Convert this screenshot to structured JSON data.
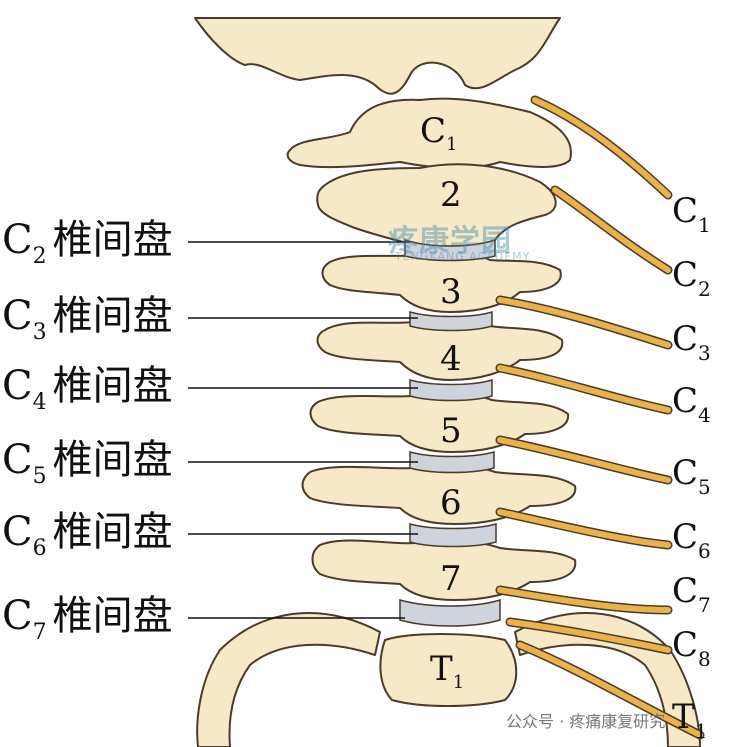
{
  "disc_labels": [
    {
      "level": "C",
      "sub": "2",
      "text": "椎间盘"
    },
    {
      "level": "C",
      "sub": "3",
      "text": "椎间盘"
    },
    {
      "level": "C",
      "sub": "4",
      "text": "椎间盘"
    },
    {
      "level": "C",
      "sub": "5",
      "text": "椎间盘"
    },
    {
      "level": "C",
      "sub": "6",
      "text": "椎间盘"
    },
    {
      "level": "C",
      "sub": "7",
      "text": "椎间盘"
    }
  ],
  "nerve_labels": [
    {
      "level": "C",
      "sub": "1"
    },
    {
      "level": "C",
      "sub": "2"
    },
    {
      "level": "C",
      "sub": "3"
    },
    {
      "level": "C",
      "sub": "4"
    },
    {
      "level": "C",
      "sub": "5"
    },
    {
      "level": "C",
      "sub": "6"
    },
    {
      "level": "C",
      "sub": "7"
    },
    {
      "level": "C",
      "sub": "8"
    },
    {
      "level": "T",
      "sub": "1"
    }
  ],
  "vertebra_labels": {
    "c1": {
      "main": "C",
      "sub": "1"
    },
    "c2": "2",
    "c3": "3",
    "c4": "4",
    "c5": "5",
    "c6": "6",
    "c7": "7",
    "t1": {
      "main": "T",
      "sub": "1"
    }
  },
  "watermark": {
    "cn": "疼康学园",
    "en": "TENGKANG ACADEMY",
    "footer": "公众号 · 疼痛康复研究"
  },
  "colors": {
    "bone": "#f6e9c8",
    "bone_outline": "#4a3b2a",
    "disc": "#cfd3dc",
    "nerve": "#e9b24a"
  }
}
